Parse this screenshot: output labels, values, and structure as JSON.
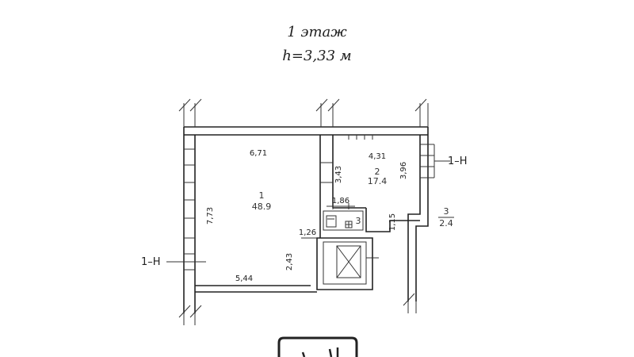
{
  "header": {
    "floor": "1 этаж",
    "height": "h=3,33  м"
  },
  "rooms": [
    {
      "number": "1",
      "area": "48.9"
    },
    {
      "number": "2",
      "area": "17.4"
    },
    {
      "number": "3",
      "area": ""
    },
    {
      "number": "3",
      "area": "2.4"
    }
  ],
  "dimensions": {
    "room1_top": "6,71",
    "room1_side": "7,73",
    "room1_bottom": "5,44",
    "room1_inner": "2,43",
    "room1_step": "1,26",
    "room2_top": "4,31",
    "room2_left": "3,43",
    "room2_right": "3,96",
    "room2_step": "1,15",
    "wc_width": "1,86"
  },
  "sections": {
    "left": "1–Н",
    "right": "1–Н"
  }
}
